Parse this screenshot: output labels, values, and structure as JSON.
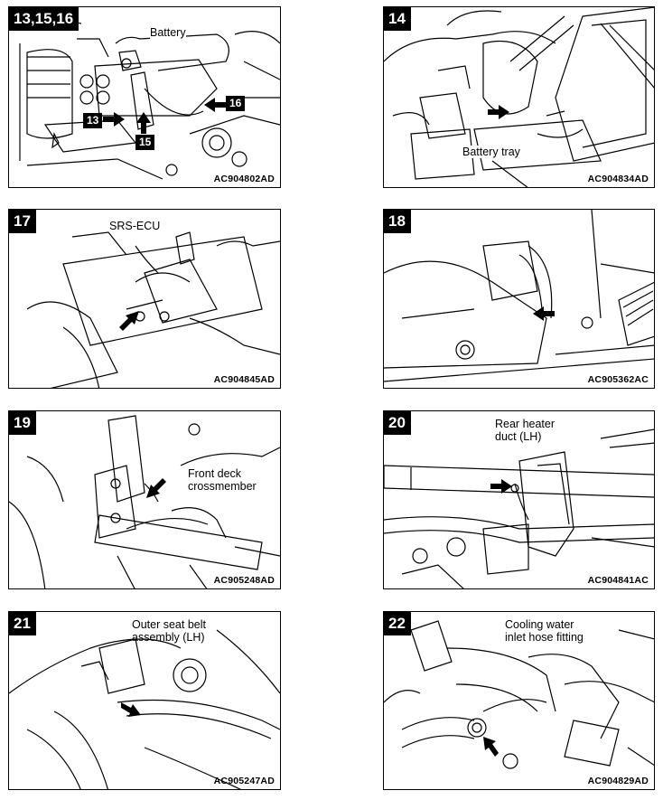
{
  "panels": [
    {
      "step": "13,15,16",
      "code": "AC904802AD",
      "labels": [
        "Battery"
      ],
      "tags": [
        "13",
        "15",
        "16"
      ]
    },
    {
      "step": "14",
      "code": "AC904834AD",
      "labels": [
        "Battery tray"
      ]
    },
    {
      "step": "17",
      "code": "AC904845AD",
      "labels": [
        "SRS-ECU"
      ]
    },
    {
      "step": "18",
      "code": "AC905362AC",
      "labels": []
    },
    {
      "step": "19",
      "code": "AC905248AD",
      "labels": [
        "Front deck",
        "crossmember"
      ]
    },
    {
      "step": "20",
      "code": "AC904841AC",
      "labels": [
        "Rear heater",
        "duct (LH)"
      ]
    },
    {
      "step": "21",
      "code": "AC905247AD",
      "labels": [
        "Outer seat belt",
        "assembly (LH)"
      ]
    },
    {
      "step": "22",
      "code": "AC904829AD",
      "labels": [
        "Cooling water",
        "inlet hose fitting"
      ]
    }
  ]
}
